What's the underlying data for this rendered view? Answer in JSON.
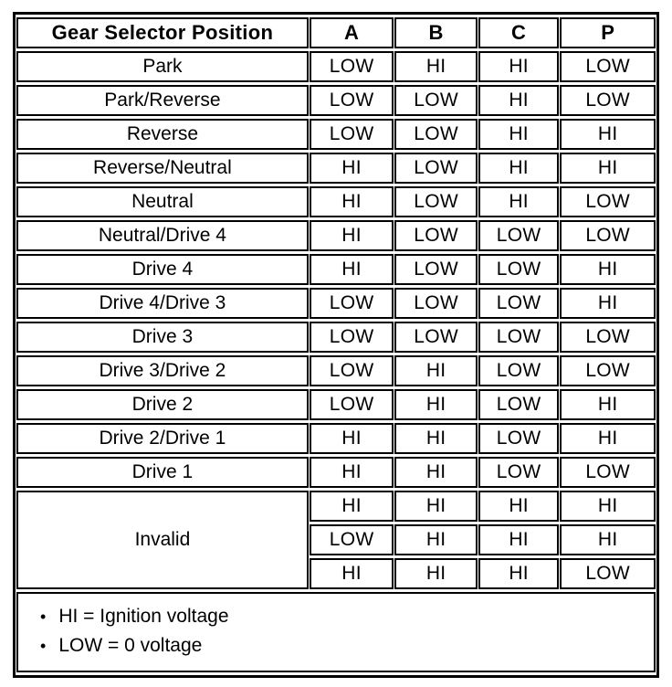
{
  "table": {
    "header": {
      "position_label": "Gear Selector Position",
      "columns": [
        "A",
        "B",
        "C",
        "P"
      ]
    },
    "rows": [
      {
        "label": "Park",
        "values": [
          "LOW",
          "HI",
          "HI",
          "LOW"
        ]
      },
      {
        "label": "Park/Reverse",
        "values": [
          "LOW",
          "LOW",
          "HI",
          "LOW"
        ]
      },
      {
        "label": "Reverse",
        "values": [
          "LOW",
          "LOW",
          "HI",
          "HI"
        ]
      },
      {
        "label": "Reverse/Neutral",
        "values": [
          "HI",
          "LOW",
          "HI",
          "HI"
        ]
      },
      {
        "label": "Neutral",
        "values": [
          "HI",
          "LOW",
          "HI",
          "LOW"
        ]
      },
      {
        "label": "Neutral/Drive 4",
        "values": [
          "HI",
          "LOW",
          "LOW",
          "LOW"
        ]
      },
      {
        "label": "Drive 4",
        "values": [
          "HI",
          "LOW",
          "LOW",
          "HI"
        ]
      },
      {
        "label": "Drive 4/Drive 3",
        "values": [
          "LOW",
          "LOW",
          "LOW",
          "HI"
        ]
      },
      {
        "label": "Drive 3",
        "values": [
          "LOW",
          "LOW",
          "LOW",
          "LOW"
        ]
      },
      {
        "label": "Drive 3/Drive 2",
        "values": [
          "LOW",
          "HI",
          "LOW",
          "LOW"
        ]
      },
      {
        "label": "Drive 2",
        "values": [
          "LOW",
          "HI",
          "LOW",
          "HI"
        ]
      },
      {
        "label": "Drive 2/Drive 1",
        "values": [
          "HI",
          "HI",
          "LOW",
          "HI"
        ]
      },
      {
        "label": "Drive 1",
        "values": [
          "HI",
          "HI",
          "LOW",
          "LOW"
        ]
      }
    ],
    "invalid": {
      "label": "Invalid",
      "rows": [
        {
          "values": [
            "HI",
            "HI",
            "HI",
            "HI"
          ]
        },
        {
          "values": [
            "LOW",
            "HI",
            "HI",
            "HI"
          ]
        },
        {
          "values": [
            "HI",
            "HI",
            "HI",
            "LOW"
          ]
        }
      ]
    },
    "footnotes": [
      {
        "bullet": "•",
        "text": "HI = Ignition voltage"
      },
      {
        "bullet": "•",
        "text": "LOW = 0 voltage"
      }
    ]
  },
  "colors": {
    "background": "#ffffff",
    "border": "#000000",
    "text": "#000000"
  }
}
